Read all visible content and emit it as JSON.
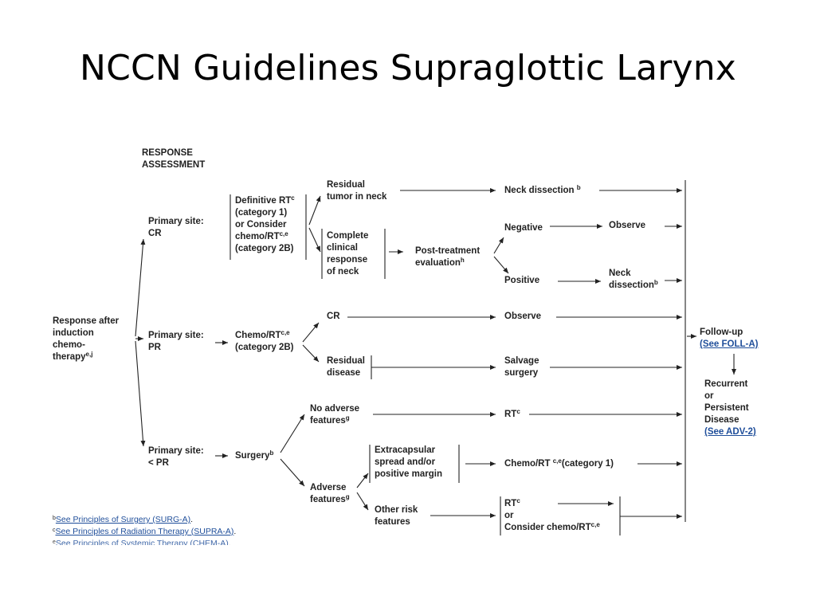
{
  "slide": {
    "title": "NCCN Guidelines Supraglottic Larynx"
  },
  "header": {
    "line1": "RESPONSE",
    "line2": "ASSESSMENT"
  },
  "start": {
    "line1": "Response after",
    "line2": "induction",
    "line3": "chemo-",
    "line4": "therapy",
    "sup": "e,j"
  },
  "primary_cr": {
    "line1": "Primary site:",
    "line2": "CR"
  },
  "primary_pr": {
    "line1": "Primary site:",
    "line2": "PR"
  },
  "primary_lt_pr": {
    "line1": "Primary site:",
    "line2": "< PR"
  },
  "definitive_rt": {
    "line1": "Definitive RT",
    "sup1": "c",
    "line2": "(category 1)",
    "line3": "or Consider",
    "line4": "chemo/RT",
    "sup4": "c,e",
    "line5": "(category 2B)"
  },
  "residual_tumor": {
    "line1": "Residual",
    "line2": "tumor in neck"
  },
  "neck_dissection_1": {
    "text": "Neck dissection",
    "sup": "b"
  },
  "complete_response": {
    "line1": "Complete",
    "line2": "clinical",
    "line3": "response",
    "line4": "of neck"
  },
  "post_treatment": {
    "line1": "Post-treatment",
    "line2": "evaluation",
    "sup": "h"
  },
  "negative": {
    "text": "Negative"
  },
  "observe_1": {
    "text": "Observe"
  },
  "positive": {
    "text": "Positive"
  },
  "neck_dissection_2": {
    "line1": "Neck",
    "line2": "dissection",
    "sup": "b"
  },
  "chemo_rt_pr": {
    "line1": "Chemo/RT",
    "sup": "c,e",
    "line2": "(category 2B)"
  },
  "cr": {
    "text": "CR"
  },
  "observe_2": {
    "text": "Observe"
  },
  "residual_disease": {
    "line1": "Residual",
    "line2": "disease"
  },
  "salvage_surgery": {
    "line1": "Salvage",
    "line2": "surgery"
  },
  "surgery": {
    "text": "Surgery",
    "sup": "b"
  },
  "no_adverse": {
    "line1": "No adverse",
    "line2": "features",
    "sup": "g"
  },
  "rt_1": {
    "text": "RT",
    "sup": "c"
  },
  "adverse": {
    "line1": "Adverse",
    "line2": "features",
    "sup": "g"
  },
  "extracapsular": {
    "line1": "Extracapsular",
    "line2": "spread and/or",
    "line3": "positive margin"
  },
  "chemo_rt_cat1": {
    "text": "Chemo/RT",
    "sup": "c,e",
    "suffix": "(category 1)"
  },
  "other_risk": {
    "line1": "Other risk",
    "line2": "features"
  },
  "rt_or_consider": {
    "line1": "RT",
    "sup1": "c",
    "line2": "or",
    "line3": "Consider chemo/RT",
    "sup3": "c,e"
  },
  "follow_up": {
    "line1": "Follow-up",
    "link": "(See FOLL-A)"
  },
  "recurrent": {
    "line1": "Recurrent",
    "line2": "or",
    "line3": "Persistent",
    "line4": "Disease",
    "link": "(See ADV-2)"
  },
  "footnotes": [
    {
      "sup": "b",
      "text": "See Principles of Surgery (SURG-A)",
      "end": "."
    },
    {
      "sup": "c",
      "text": "See Principles of Radiation Therapy (SUPRA-A)",
      "end": "."
    },
    {
      "sup": "e",
      "text": "See Principles of Systemic Therapy (CHEM-A)",
      "end": "."
    }
  ],
  "colors": {
    "line": "#222222",
    "link": "#1f4e9a"
  }
}
